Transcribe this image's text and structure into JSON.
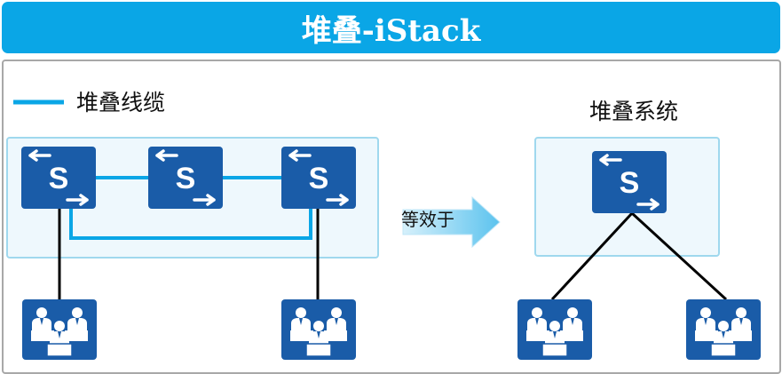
{
  "title": "堆叠-iStack",
  "legend": {
    "label": "堆叠线缆",
    "color": "#0aa6e6"
  },
  "equivalence_label": "等效于",
  "system_label": "堆叠系统",
  "icons": {
    "switch": "switch-icon",
    "users": "user-group-icon"
  },
  "colors": {
    "accent": "#0aa6e6",
    "switch_fill": "#1a5ca8",
    "zone_fill": "#eef8fd",
    "zone_border": "#9fd8ee",
    "link": "#000000"
  }
}
